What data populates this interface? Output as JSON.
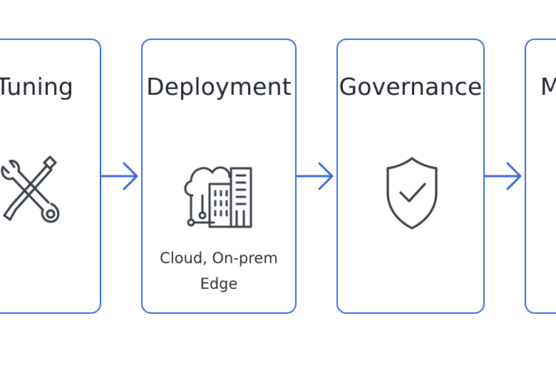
{
  "diagram": {
    "stages": [
      {
        "title": "Tuning",
        "icon": "tools-icon",
        "subtitle_lines": []
      },
      {
        "title": "Deployment",
        "icon": "cloud-buildings-icon",
        "subtitle_lines": [
          "Cloud, On-prem",
          "Edge"
        ]
      },
      {
        "title": "Governance",
        "icon": "shield-check-icon",
        "subtitle_lines": []
      },
      {
        "title": "M",
        "icon": "",
        "subtitle_lines": []
      }
    ],
    "connector_icon": "right-arrow-icon"
  },
  "colors": {
    "card_border": "#3b66e0",
    "arrow": "#3b66e0",
    "icon_stroke": "#3a4049",
    "text": "#20262d",
    "background": "#ffffff"
  }
}
